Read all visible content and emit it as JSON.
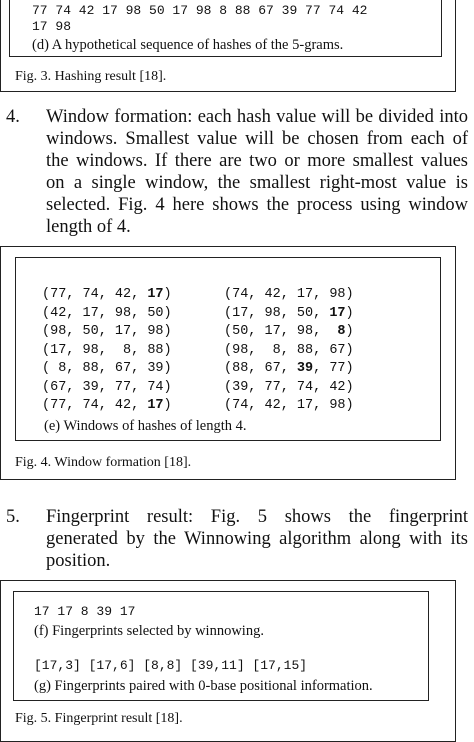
{
  "fig3": {
    "hash_line_1": "77 74 42 17 98 50 17 98 8 88 67 39 77 74 42",
    "hash_line_2": "17 98",
    "subcaption": "(d) A hypothetical sequence of hashes of the 5-grams.",
    "caption": "Fig. 3. Hashing result [18]."
  },
  "item4": {
    "number": "4.",
    "lines": [
      "Window formation: each hash value will be divided into",
      "windows. Smallest value will be chosen from each of",
      "the windows. If there are two or more smallest values",
      "on a single window, the smallest right-most value is",
      "selected. Fig. 4 here shows the process using window",
      "length of 4."
    ]
  },
  "fig4": {
    "rows": [
      [
        {
          "pre": "(77, 74, 42, ",
          "bold": "17",
          "post": ")"
        },
        {
          "pre": "(74, 42, 17, 98)",
          "bold": "",
          "post": ""
        }
      ],
      [
        {
          "pre": "(42, 17, 98, 50)",
          "bold": "",
          "post": ""
        },
        {
          "pre": "(17, 98, 50, ",
          "bold": "17",
          "post": ")"
        }
      ],
      [
        {
          "pre": "(98, 50, 17, 98)",
          "bold": "",
          "post": ""
        },
        {
          "pre": "(50, 17, 98,  ",
          "bold": "8",
          "post": ")"
        }
      ],
      [
        {
          "pre": "(17, 98,  8, 88)",
          "bold": "",
          "post": ""
        },
        {
          "pre": "(98,  8, 88, 67)",
          "bold": "",
          "post": ""
        }
      ],
      [
        {
          "pre": "( 8, 88, 67, 39)",
          "bold": "",
          "post": ""
        },
        {
          "pre": "(88, 67, ",
          "bold": "39",
          "post": ", 77)"
        }
      ],
      [
        {
          "pre": "(67, 39, 77, 74)",
          "bold": "",
          "post": ""
        },
        {
          "pre": "(39, 77, 74, 42)",
          "bold": "",
          "post": ""
        }
      ],
      [
        {
          "pre": "(77, 74, 42, ",
          "bold": "17",
          "post": ")"
        },
        {
          "pre": "(74, 42, 17, 98)",
          "bold": "",
          "post": ""
        }
      ]
    ],
    "subcaption": "(e) Windows of hashes of length 4.",
    "caption": "Fig. 4. Window formation [18]."
  },
  "item5": {
    "number": "5.",
    "lines": [
      "Fingerprint result: Fig. 5 shows the fingerprint",
      "generated by the Winnowing algorithm along with its",
      "position."
    ]
  },
  "fig5": {
    "fingerprints": "17 17 8 39 17",
    "subcaption_f": "(f) Fingerprints selected by winnowing.",
    "positional": "[17,3] [17,6] [8,8] [39,11] [17,15]",
    "subcaption_g": "(g) Fingerprints paired with 0-base positional information.",
    "caption": "Fig. 5. Fingerprint result [18]."
  }
}
